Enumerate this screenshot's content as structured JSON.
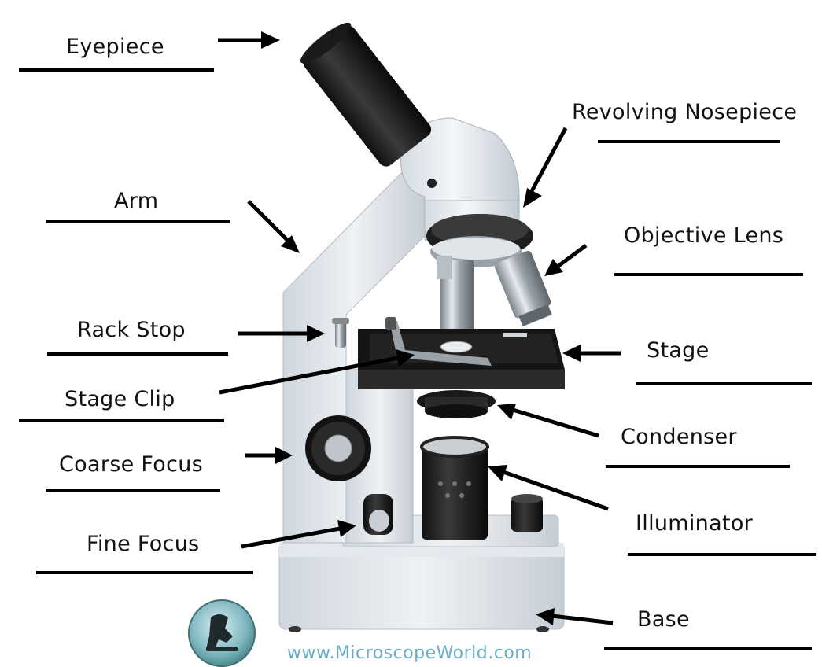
{
  "labels": {
    "eyepiece": "Eyepiece",
    "arm": "Arm",
    "rack_stop": "Rack Stop",
    "stage_clip": "Stage Clip",
    "coarse_focus": "Coarse Focus",
    "fine_focus": "Fine Focus",
    "revolving_nosepiece": "Revolving Nosepiece",
    "objective_lens": "Objective Lens",
    "stage": "Stage",
    "condenser": "Condenser",
    "illuminator": "Illuminator",
    "base": "Base"
  },
  "footer": {
    "website": "www.MicroscopeWorld.com"
  }
}
